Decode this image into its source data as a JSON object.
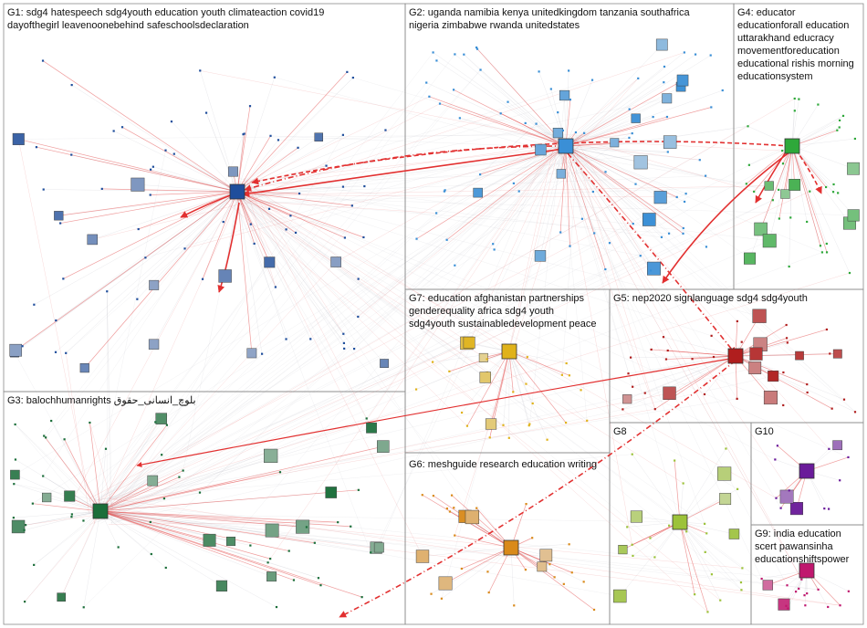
{
  "groups": [
    {
      "id": "G1",
      "title": "G1: sdg4 hatespeech sdg4youth education youth climateaction covid19",
      "title2": "dayofthegirl leavenoonebehind safeschoolsdeclaration",
      "title3": "",
      "title4": "",
      "title5": "",
      "color": "#1f4e9c",
      "nodes": 80
    },
    {
      "id": "G2",
      "title": "G2: uganda namibia kenya unitedkingdom tanzania southafrica",
      "title2": "nigeria zimbabwe rwanda unitedstates",
      "title3": "",
      "title4": "",
      "title5": "",
      "color": "#3a8fd6",
      "nodes": 90
    },
    {
      "id": "G3",
      "title": "G3: balochhumanrights بلوچ_انسانی_حقوق",
      "title2": "",
      "title3": "",
      "title4": "",
      "title5": "",
      "color": "#1b6e3a",
      "nodes": 70
    },
    {
      "id": "G4",
      "title": "G4: educator",
      "title2": "educationforall education",
      "title3": "uttarakhand educracy",
      "title4": "movementforeducation",
      "title5": "educational rishis morning",
      "title6": "educationsystem",
      "color": "#2ea83a",
      "nodes": 40
    },
    {
      "id": "G5",
      "title": "G5: nep2020 signlanguage sdg4 sdg4youth",
      "title2": "",
      "title3": "",
      "title4": "",
      "title5": "",
      "color": "#b01e1e",
      "nodes": 40
    },
    {
      "id": "G6",
      "title": "G6: meshguide research education writing",
      "title2": "",
      "title3": "",
      "title4": "",
      "title5": "",
      "color": "#d98a1a",
      "nodes": 30
    },
    {
      "id": "G7",
      "title": "G7: education afghanistan partnerships",
      "title2": "genderequality africa sdg4 youth",
      "title3": "sdg4youth sustainabledevelopment peace",
      "title4": "",
      "title5": "",
      "color": "#e0b21a",
      "nodes": 28
    },
    {
      "id": "G8",
      "title": "G8",
      "title2": "",
      "title3": "",
      "title4": "",
      "title5": "",
      "color": "#9cc23a",
      "nodes": 28
    },
    {
      "id": "G9",
      "title": "G9: india education",
      "title2": "scert pawansinha",
      "title3": "educationshiftspower",
      "title4": "",
      "title5": "",
      "color": "#c0176e",
      "nodes": 18
    },
    {
      "id": "G10",
      "title": "G10",
      "title2": "",
      "title3": "",
      "title4": "",
      "title5": "",
      "color": "#6a1b9a",
      "nodes": 14
    }
  ],
  "colors": {
    "edge": "#e24a4a",
    "edge_light": "#b9b9c2",
    "box_border": "#8a8a8a"
  }
}
